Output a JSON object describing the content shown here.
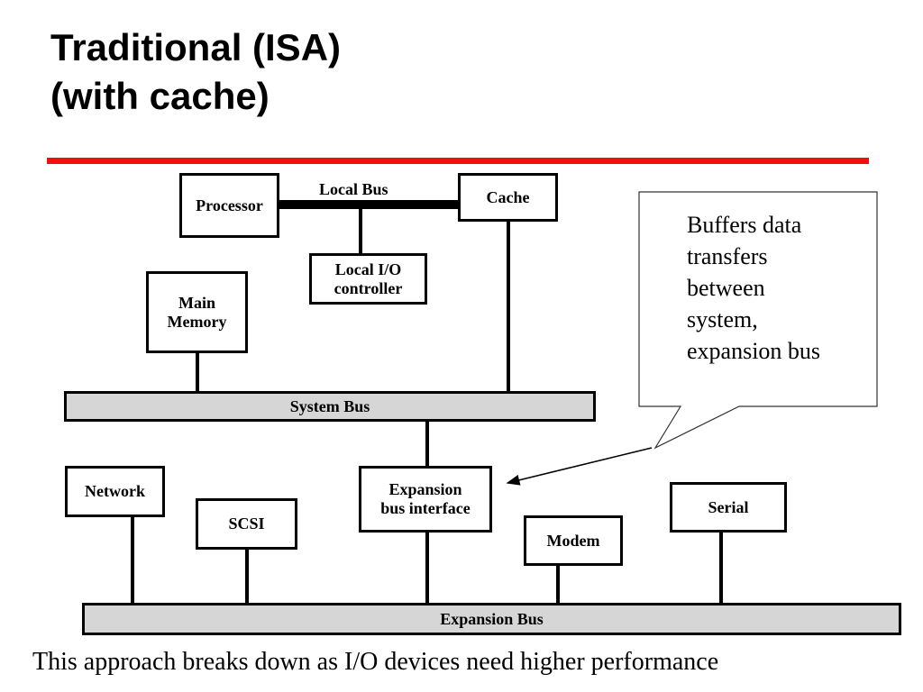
{
  "slide": {
    "title_line1": "Traditional (ISA)",
    "title_line2": "(with cache)",
    "footer": "This approach breaks down as I/O devices need higher performance"
  },
  "diagram": {
    "components": {
      "processor": "Processor",
      "cache": "Cache",
      "local_io": [
        "Local I/O",
        "controller"
      ],
      "main_memory": [
        "Main",
        "Memory"
      ],
      "expansion_interface": [
        "Expansion",
        "bus interface"
      ],
      "network": "Network",
      "scsi": "SCSI",
      "modem": "Modem",
      "serial": "Serial"
    },
    "buses": {
      "local_bus": "Local Bus",
      "system_bus": "System Bus",
      "expansion_bus": "Expansion Bus"
    },
    "callout": [
      "Buffers data",
      "transfers",
      "between",
      "system,",
      "expansion bus"
    ]
  },
  "colors": {
    "accent_rule": "#ee1111",
    "bus_fill": "#d6d6d6",
    "line": "#000000"
  }
}
